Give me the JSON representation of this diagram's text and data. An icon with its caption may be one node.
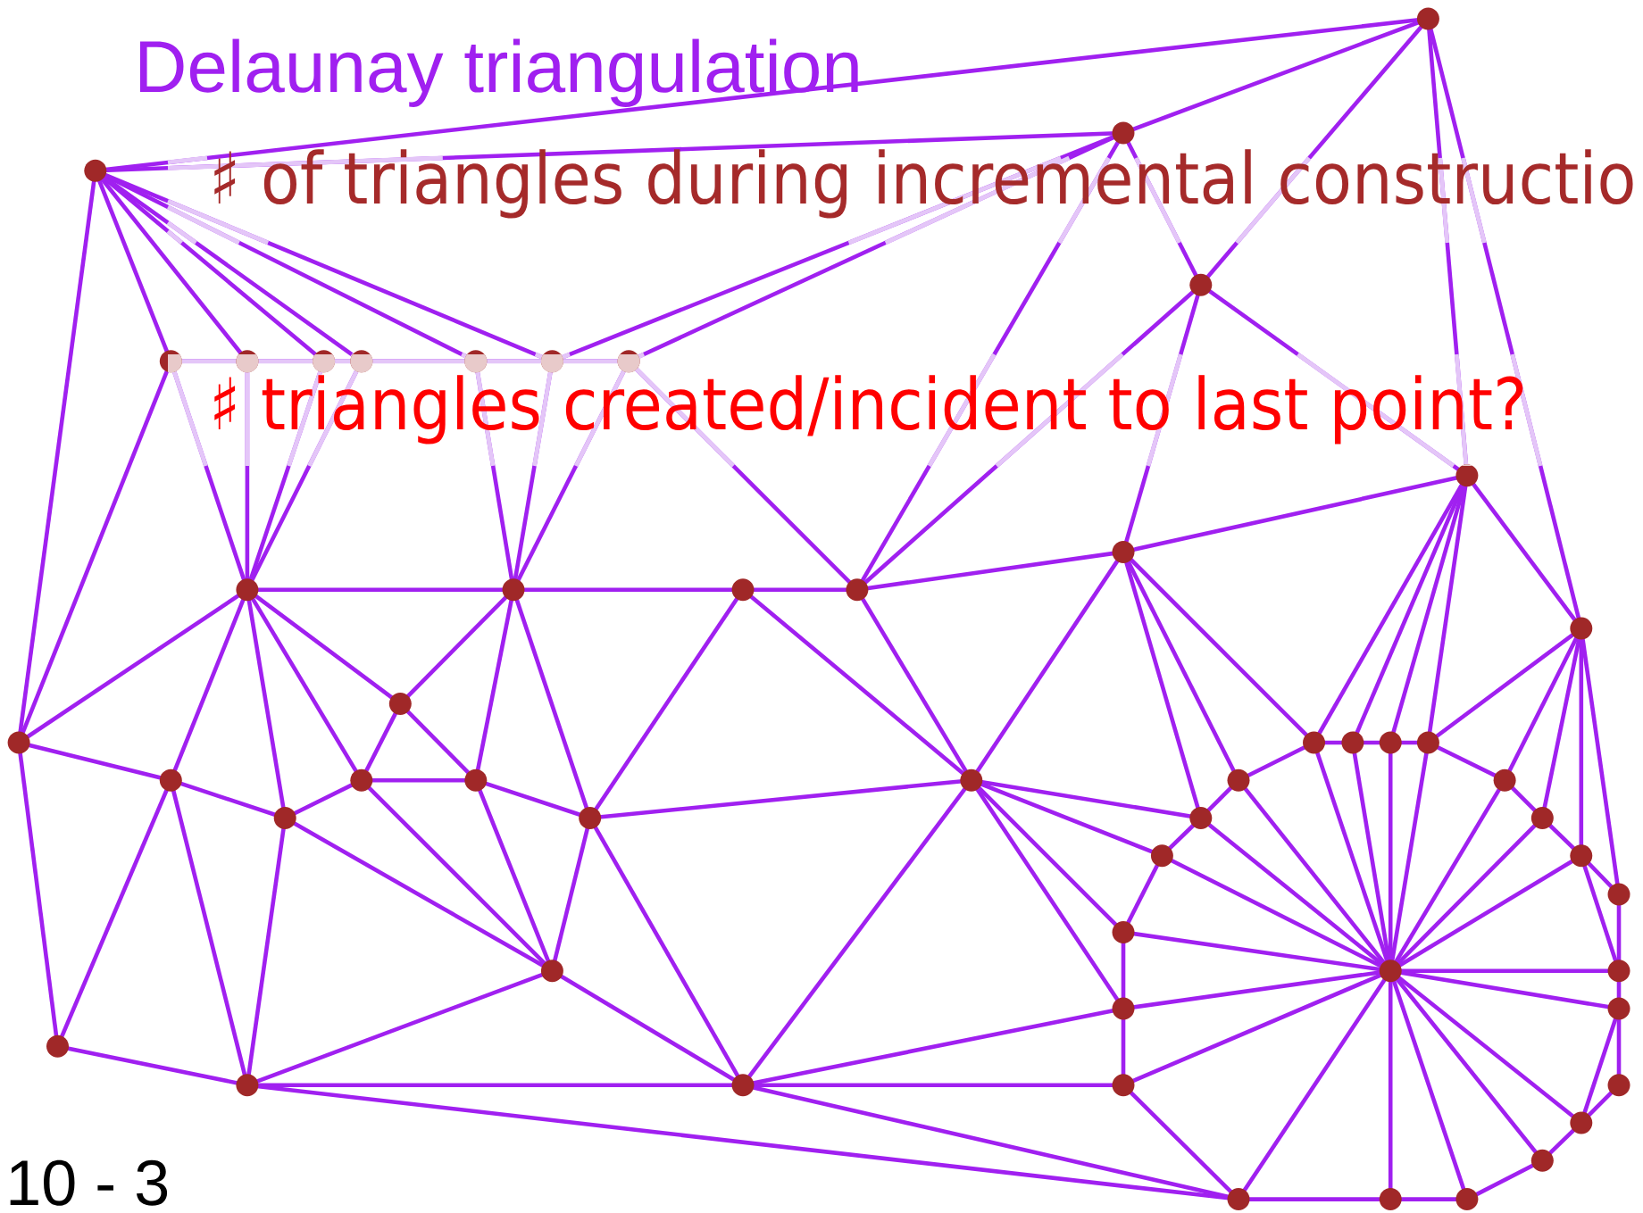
{
  "diagram": {
    "title": "Delaunay triangulation",
    "labels": [
      "♯ of triangles during incremental constructio",
      "♯ triangles created/incident to last point?",
      "10 - 3"
    ]
  }
}
